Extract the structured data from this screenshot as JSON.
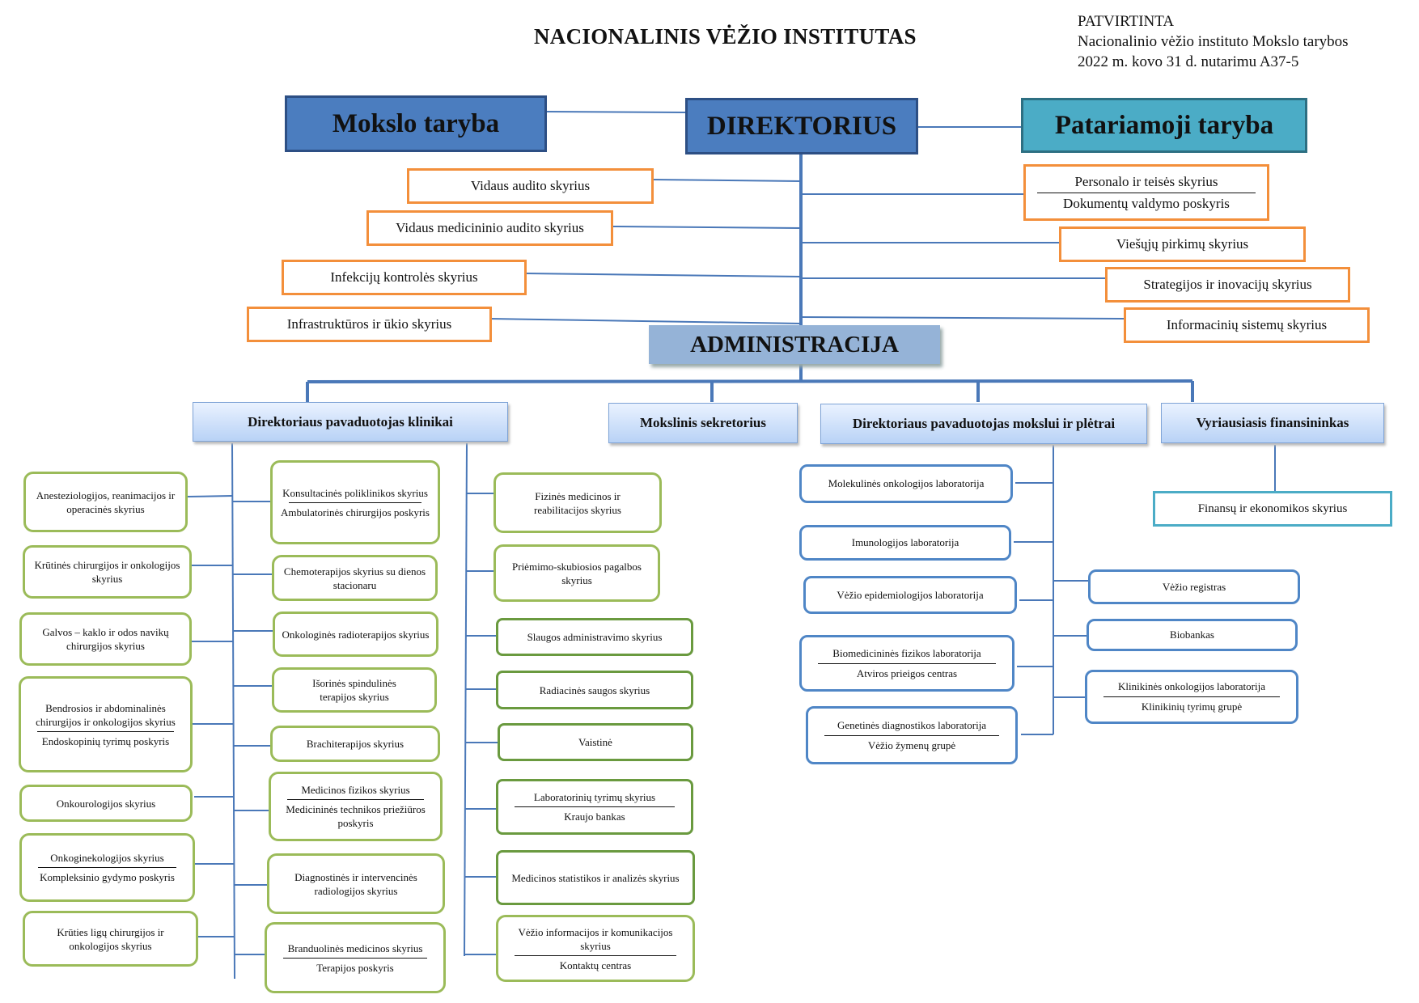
{
  "header": {
    "title": "NACIONALINIS VĖŽIO INSTITUTAS",
    "approval_line1": "PATVIRTINTA",
    "approval_line2": "Nacionalinio vėžio instituto Mokslo tarybos",
    "approval_line3": "2022 m. kovo 31 d. nutarimu A37-5"
  },
  "top": {
    "mokslo_taryba": "Mokslo taryba",
    "direktorius": "DIREKTORIUS",
    "patariamoji_taryba": "Patariamoji taryba",
    "administracija": "ADMINISTRACIJA"
  },
  "director_units_left": [
    "Vidaus audito skyrius",
    "Vidaus medicininio audito skyrius",
    "Infekcijų kontrolės skyrius",
    "Infrastruktūros ir ūkio skyrius"
  ],
  "director_units_right": {
    "personalo": "Personalo ir teisės skyrius",
    "dokumentu": "Dokumentų valdymo poskyris",
    "viesuju": "Viešųjų pirkimų skyrius",
    "strategijos": "Strategijos ir inovacijų skyrius",
    "informaciniu": "Informacinių sistemų skyrius"
  },
  "deputies": {
    "klinikai": "Direktoriaus pavaduotojas klinikai",
    "sekretorius": "Mokslinis sekretorius",
    "mokslui": "Direktoriaus pavaduotojas mokslui ir plėtrai",
    "finansininkas": "Vyriausiasis  finansininkas"
  },
  "clinic_col1": {
    "anesteziologijos": "Anesteziologijos, reanimacijos ir operacinės skyrius",
    "krutines": "Krūtinės chirurgijos  ir onkologijos skyrius",
    "galvos": "Galvos – kaklo ir odos navikų chirurgijos skyrius",
    "bendrosios": "Bendrosios ir abdominalinės chirurgijos ir onkologijos skyrius",
    "endoskopiniu": "Endoskopinių tyrimų poskyris",
    "onkourologijos": "Onkourologijos skyrius",
    "onkoginekologijos": "Onkoginekologijos skyrius",
    "kompleksinio": "Kompleksinio gydymo poskyris",
    "kruties": "Krūties ligų chirurgijos ir onkologijos skyrius"
  },
  "clinic_col2": {
    "konsultacines": "Konsultacinės poliklinikos skyrius",
    "ambulatorines": "Ambulatorinės chirurgijos poskyris",
    "chemoterapijos": "Chemoterapijos skyrius su dienos stacionaru",
    "radioterapijos": "Onkologinės radioterapijos skyrius",
    "isorines": "Išorinės spindulinės terapijos skyrius",
    "brachiterapijos": "Brachiterapijos  skyrius",
    "fizikos": "Medicinos fizikos  skyrius",
    "technikos": "Medicininės technikos priežiūros poskyris",
    "diagnostines": "Diagnostinės ir intervencinės radiologijos skyrius",
    "branduolines": "Branduolinės medicinos skyrius",
    "terapijos": "Terapijos poskyris"
  },
  "clinic_col3": {
    "fizines": "Fizinės medicinos ir reabilitacijos skyrius",
    "priemimo": "Priėmimo-skubiosios pagalbos skyrius",
    "slaugos": "Slaugos administravimo  skyrius",
    "radiacines": "Radiacinės saugos skyrius",
    "vaistine": "Vaistinė",
    "laboratoriniu": "Laboratorinių tyrimų skyrius",
    "kraujo": "Kraujo bankas",
    "statistikos": "Medicinos statistikos ir analizės skyrius",
    "vezio_info": "Vėžio informacijos ir komunikacijos skyrius",
    "kontaktu": "Kontaktų centras"
  },
  "science_left": {
    "molekulines": "Molekulinės onkologijos laboratorija",
    "imunologijos": "Imunologijos laboratorija",
    "epidemiologijos": "Vėžio epidemiologijos laboratorija",
    "biomedicinines": "Biomedicininės fizikos laboratorija",
    "atviros": "Atviros prieigos centras",
    "genetines": "Genetinės diagnostikos laboratorija",
    "zymenu": "Vėžio žymenų grupė"
  },
  "science_right": {
    "registras": "Vėžio registras",
    "biobankas": "Biobankas",
    "klinikines": "Klinikinės onkologijos laboratorija",
    "klinikiniu": "Klinikinių tyrimų grupė"
  },
  "finance": {
    "finansu": "Finansų ir ekonomikos skyrius"
  },
  "colors": {
    "head_blue": "#4b7dbf",
    "head_teal": "#4bacc6",
    "admin": "#95b3d7",
    "orange_border": "#f38f3b",
    "light_green_border": "#9bbb59",
    "dark_green_border": "#6a9a3f",
    "blue_border": "#4f86c6",
    "connector": "#4a78b8"
  }
}
